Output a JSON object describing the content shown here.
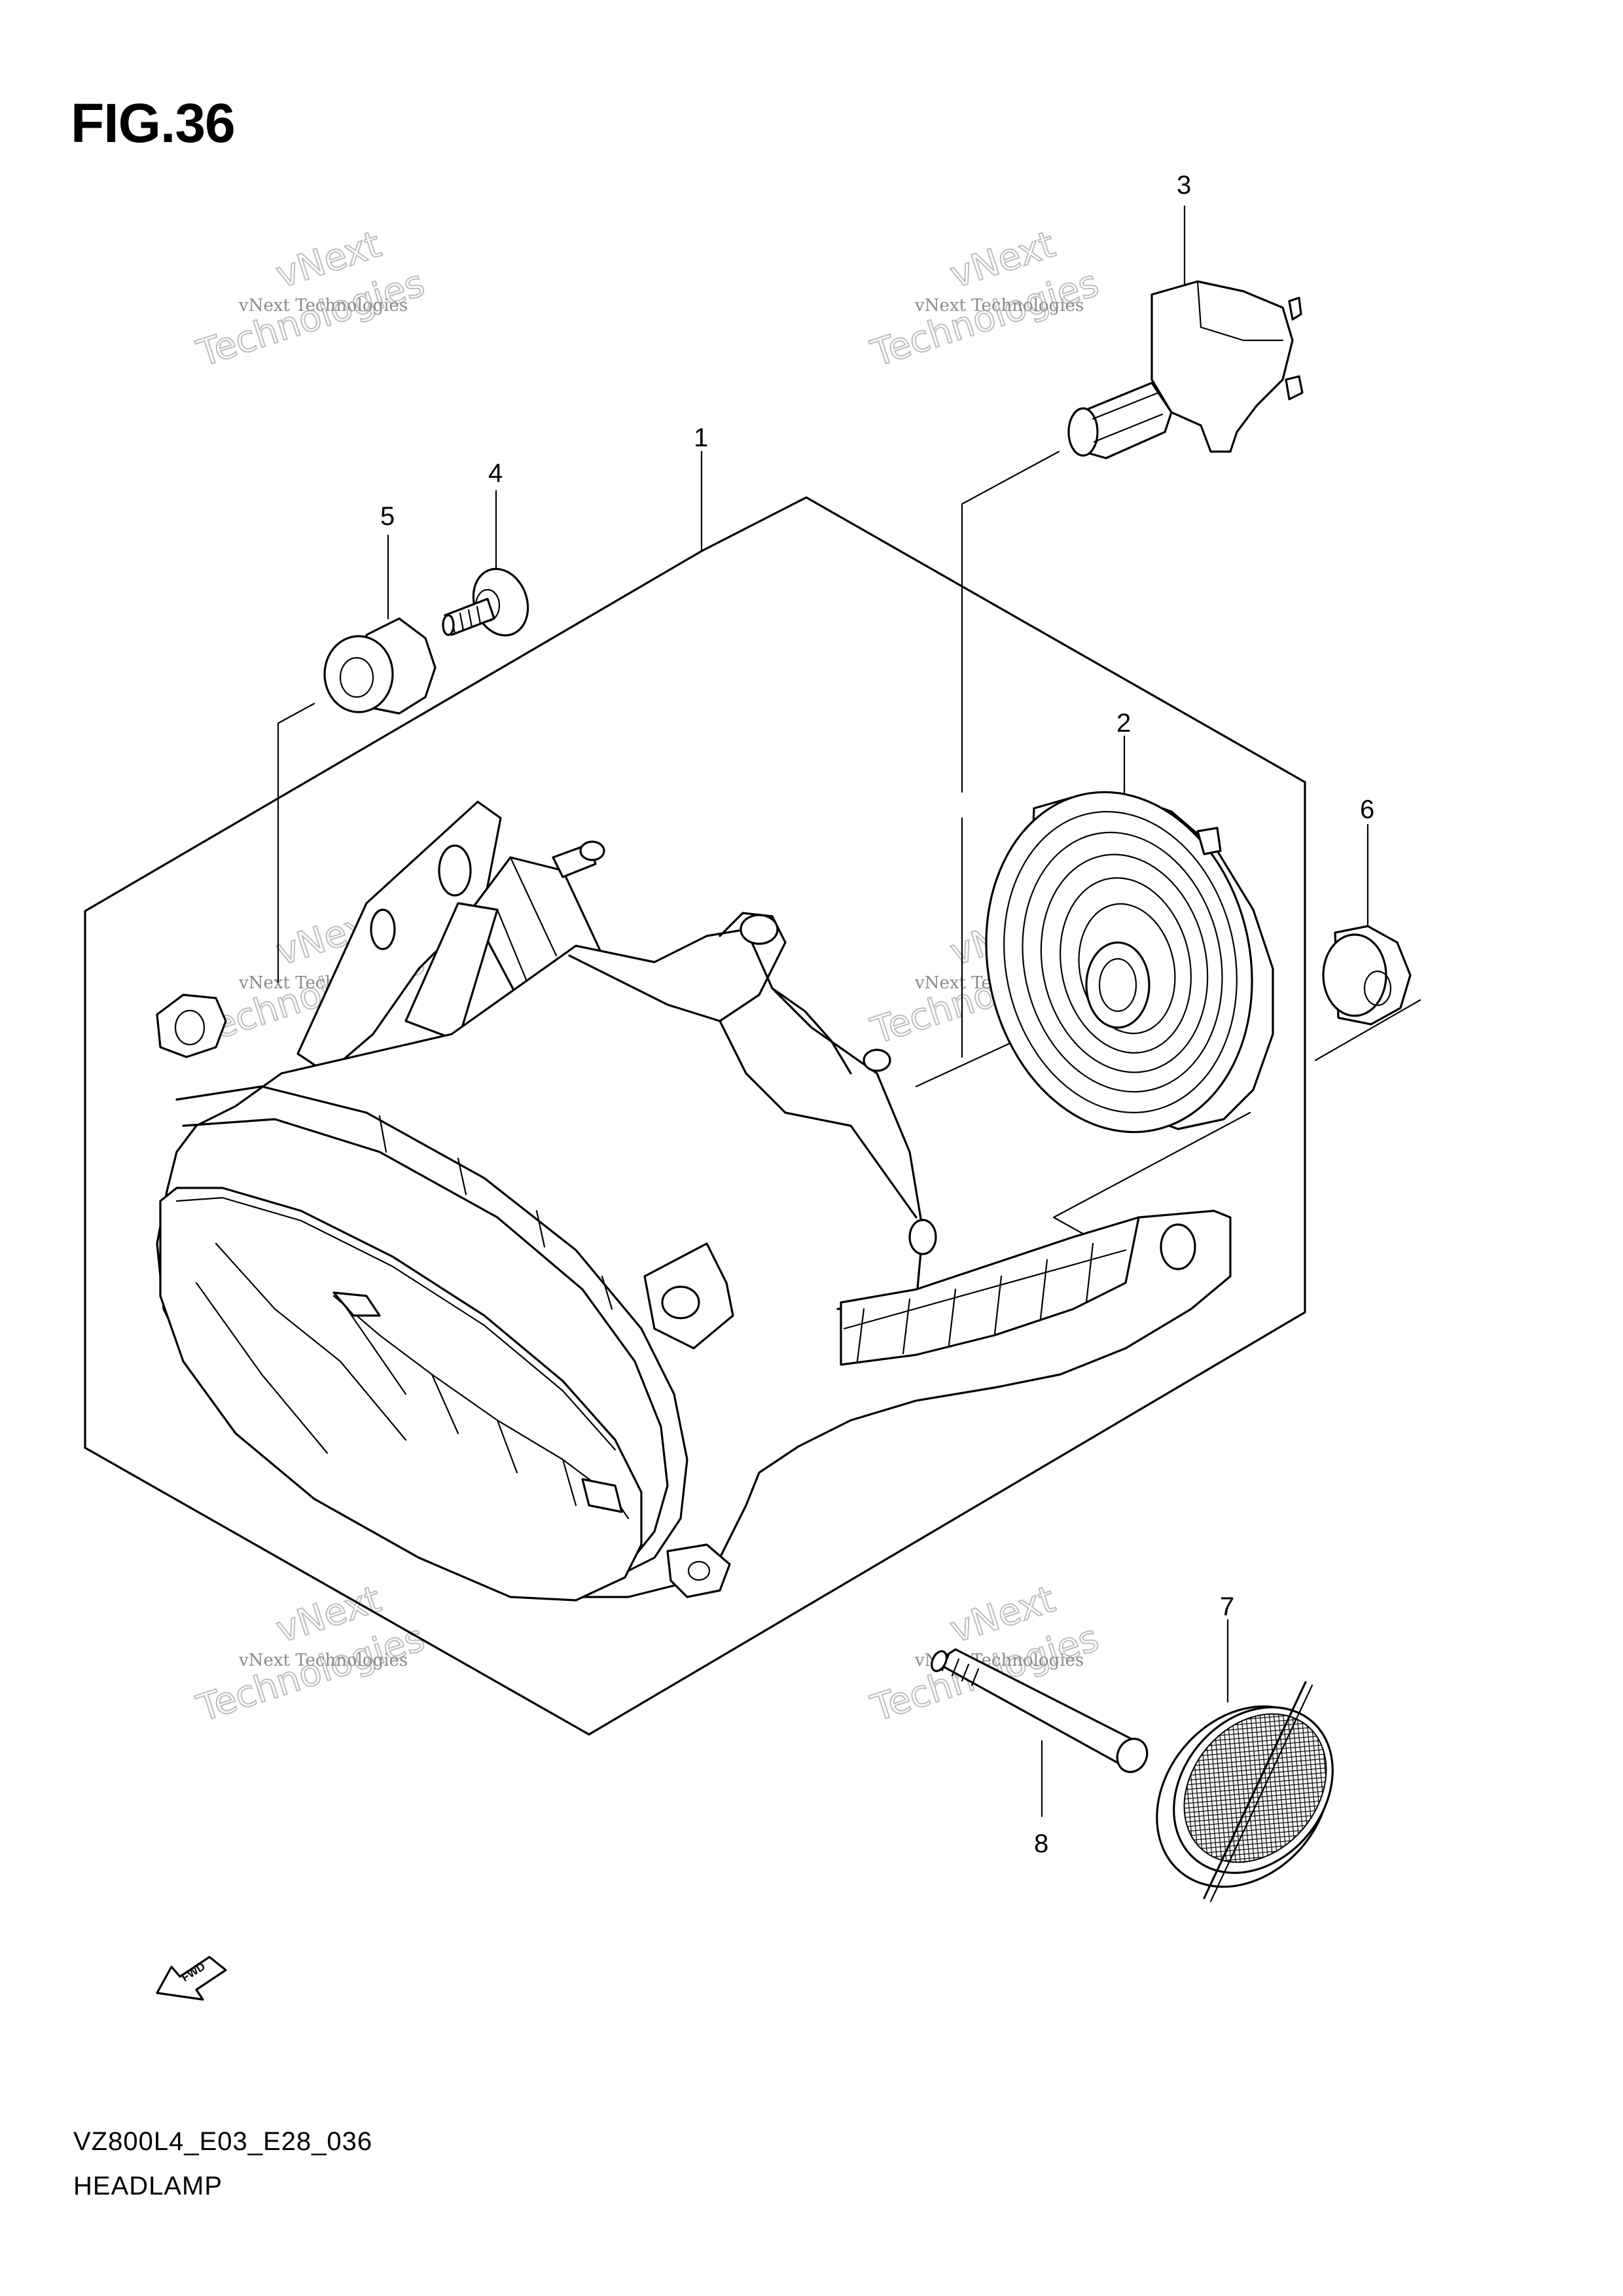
{
  "figure": {
    "title": "FIG.36",
    "code": "VZ800L4_E03_E28_036",
    "name": "HEADLAMP"
  },
  "callouts": [
    "1",
    "2",
    "3",
    "4",
    "5",
    "6",
    "7",
    "8"
  ],
  "watermark": {
    "small": "vNext Technologies",
    "big_top": "vNext",
    "big_bottom": "Technologies"
  },
  "fwd_label": "FWD"
}
